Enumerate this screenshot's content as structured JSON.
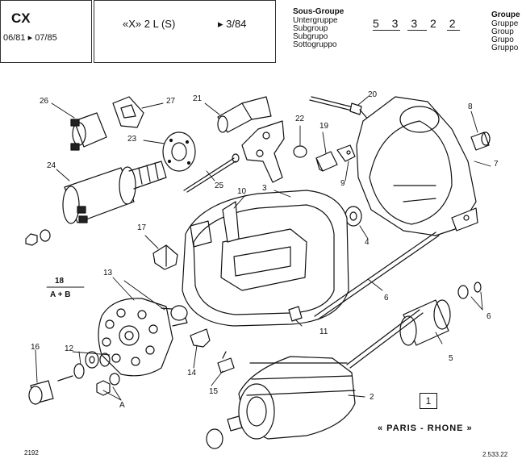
{
  "header": {
    "model": "CX",
    "date_from": "06/81",
    "date_to": "07/85",
    "engine": "«X» 2 L (S)",
    "reference": "3/84",
    "subgroup_labels": [
      "Sous-Groupe",
      "Untergruppe",
      "Subgroup",
      "Subgrupo",
      "Sottogruppo"
    ],
    "code": "5 3 3 2 2",
    "group_labels": [
      "Groupe",
      "Gruppe",
      "Group",
      "Grupo",
      "Gruppo"
    ]
  },
  "callouts": [
    "1",
    "2",
    "3",
    "4",
    "5",
    "6",
    "7",
    "8",
    "9",
    "10",
    "11",
    "12",
    "13",
    "14",
    "15",
    "16",
    "17",
    "19",
    "20",
    "21",
    "22",
    "23",
    "24",
    "25",
    "26",
    "27"
  ],
  "assembly": {
    "number": "18",
    "label": "A + B"
  },
  "letter_a": "A",
  "box_number": "1",
  "brand": "« PARIS - RHONE »",
  "page_number": "2192",
  "drawing_number": "2.533.22"
}
